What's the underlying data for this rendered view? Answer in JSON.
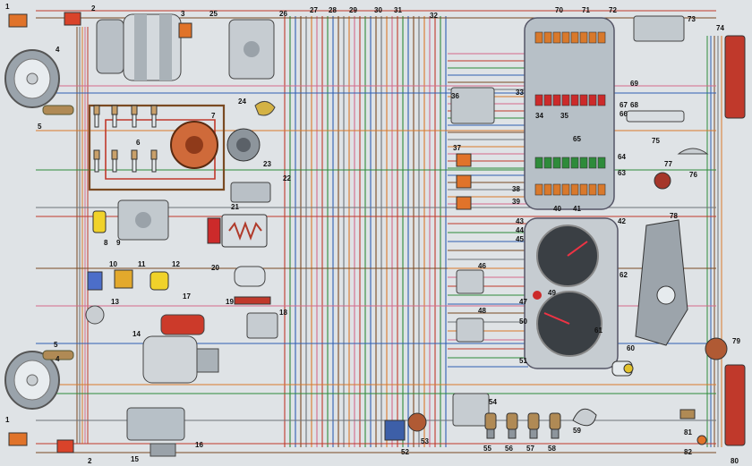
{
  "diagram": {
    "callouts": [
      {
        "id": "1a",
        "text": "1"
      },
      {
        "id": "2a",
        "text": "2"
      },
      {
        "id": "3",
        "text": "3"
      },
      {
        "id": "4a",
        "text": "4"
      },
      {
        "id": "5a",
        "text": "5"
      },
      {
        "id": "6",
        "text": "6"
      },
      {
        "id": "7",
        "text": "7"
      },
      {
        "id": "8",
        "text": "8"
      },
      {
        "id": "9",
        "text": "9"
      },
      {
        "id": "10",
        "text": "10"
      },
      {
        "id": "11",
        "text": "11"
      },
      {
        "id": "12",
        "text": "12"
      },
      {
        "id": "13",
        "text": "13"
      },
      {
        "id": "14",
        "text": "14"
      },
      {
        "id": "15",
        "text": "15"
      },
      {
        "id": "16",
        "text": "16"
      },
      {
        "id": "17",
        "text": "17"
      },
      {
        "id": "18",
        "text": "18"
      },
      {
        "id": "19",
        "text": "19"
      },
      {
        "id": "20",
        "text": "20"
      },
      {
        "id": "21",
        "text": "21"
      },
      {
        "id": "22",
        "text": "22"
      },
      {
        "id": "23",
        "text": "23"
      },
      {
        "id": "24",
        "text": "24"
      },
      {
        "id": "25",
        "text": "25"
      },
      {
        "id": "26",
        "text": "26"
      },
      {
        "id": "27",
        "text": "27"
      },
      {
        "id": "28",
        "text": "28"
      },
      {
        "id": "29",
        "text": "29"
      },
      {
        "id": "30",
        "text": "30"
      },
      {
        "id": "31",
        "text": "31"
      },
      {
        "id": "32",
        "text": "32"
      },
      {
        "id": "33",
        "text": "33"
      },
      {
        "id": "34",
        "text": "34"
      },
      {
        "id": "35",
        "text": "35"
      },
      {
        "id": "36",
        "text": "36"
      },
      {
        "id": "37",
        "text": "37"
      },
      {
        "id": "38",
        "text": "38"
      },
      {
        "id": "39",
        "text": "39"
      },
      {
        "id": "40",
        "text": "40"
      },
      {
        "id": "41",
        "text": "41"
      },
      {
        "id": "42",
        "text": "42"
      },
      {
        "id": "43",
        "text": "43"
      },
      {
        "id": "44",
        "text": "44"
      },
      {
        "id": "45",
        "text": "45"
      },
      {
        "id": "46",
        "text": "46"
      },
      {
        "id": "47",
        "text": "47"
      },
      {
        "id": "48",
        "text": "48"
      },
      {
        "id": "49",
        "text": "49"
      },
      {
        "id": "50",
        "text": "50"
      },
      {
        "id": "51",
        "text": "51"
      },
      {
        "id": "52",
        "text": "52"
      },
      {
        "id": "53",
        "text": "53"
      },
      {
        "id": "54",
        "text": "54"
      },
      {
        "id": "55",
        "text": "55"
      },
      {
        "id": "56",
        "text": "56"
      },
      {
        "id": "57",
        "text": "57"
      },
      {
        "id": "58",
        "text": "58"
      },
      {
        "id": "59",
        "text": "59"
      },
      {
        "id": "60",
        "text": "60"
      },
      {
        "id": "61",
        "text": "61"
      },
      {
        "id": "62",
        "text": "62"
      },
      {
        "id": "63",
        "text": "63"
      },
      {
        "id": "64",
        "text": "64"
      },
      {
        "id": "65",
        "text": "65"
      },
      {
        "id": "66",
        "text": "66"
      },
      {
        "id": "67",
        "text": "67"
      },
      {
        "id": "68",
        "text": "68"
      },
      {
        "id": "69",
        "text": "69"
      },
      {
        "id": "70",
        "text": "70"
      },
      {
        "id": "71",
        "text": "71"
      },
      {
        "id": "72",
        "text": "72"
      },
      {
        "id": "73",
        "text": "73"
      },
      {
        "id": "74",
        "text": "74"
      },
      {
        "id": "75",
        "text": "75"
      },
      {
        "id": "76",
        "text": "76"
      },
      {
        "id": "77",
        "text": "77"
      },
      {
        "id": "78",
        "text": "78"
      },
      {
        "id": "79",
        "text": "79"
      },
      {
        "id": "80",
        "text": "80"
      },
      {
        "id": "81",
        "text": "81"
      },
      {
        "id": "82",
        "text": "82"
      },
      {
        "id": "1b",
        "text": "1"
      },
      {
        "id": "2b",
        "text": "2"
      },
      {
        "id": "4b",
        "text": "4"
      },
      {
        "id": "5b",
        "text": "5"
      }
    ],
    "colors": {
      "background": "#dfe3e6",
      "wire_red": "#c0392b",
      "wire_green": "#2e8b3a",
      "wire_blue": "#2f5fb3",
      "wire_brown": "#7a4a22",
      "wire_grey": "#6d7378",
      "wire_orange": "#d9792b",
      "wire_pink": "#d46a8a",
      "panel": "#b7c0c7",
      "lamp_orange": "#e0732a",
      "ground_red": "#cc1111"
    }
  }
}
